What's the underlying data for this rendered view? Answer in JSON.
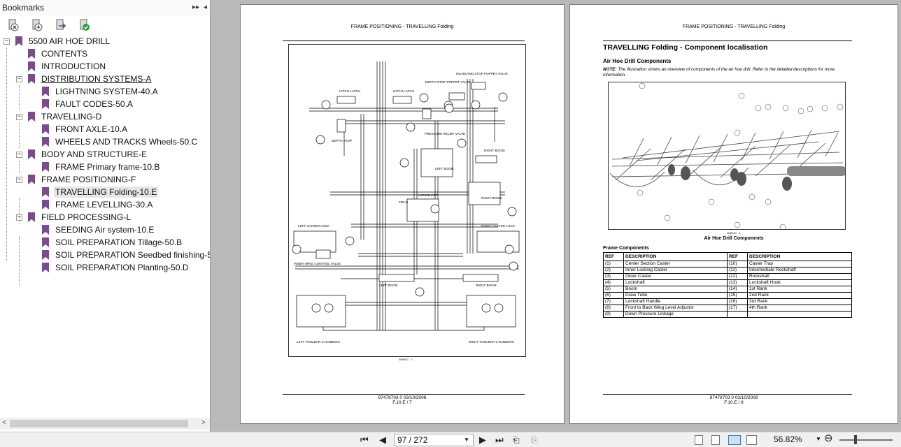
{
  "panel": {
    "title": "Bookmarks",
    "header_buttons": [
      "▸▸",
      "◂"
    ]
  },
  "tree": [
    {
      "label": "5500 AIR HOE DRILL",
      "level": 0,
      "toggle": "−"
    },
    {
      "label": "CONTENTS",
      "level": 1
    },
    {
      "label": "INTRODUCTION",
      "level": 1
    },
    {
      "label": "DISTRIBUTION SYSTEMS-A",
      "level": 1,
      "toggle": "−",
      "underlined": true
    },
    {
      "label": "LIGHTNING SYSTEM-40.A",
      "level": 2
    },
    {
      "label": "FAULT CODES-50.A",
      "level": 2
    },
    {
      "label": "TRAVELLING-D",
      "level": 1,
      "toggle": "−"
    },
    {
      "label": "FRONT AXLE-10.A",
      "level": 2
    },
    {
      "label": "WHEELS AND TRACKS Wheels-50.C",
      "level": 2
    },
    {
      "label": "BODY AND STRUCTURE-E",
      "level": 1,
      "toggle": "−"
    },
    {
      "label": "FRAME Primary frame-10.B",
      "level": 2
    },
    {
      "label": "FRAME POSITIONING-F",
      "level": 1,
      "toggle": "−"
    },
    {
      "label": "TRAVELLING Folding-10.E",
      "level": 2,
      "selected": true
    },
    {
      "label": "FRAME LEVELLING-30.A",
      "level": 2
    },
    {
      "label": "FIELD PROCESSING-L",
      "level": 1,
      "toggle": "−"
    },
    {
      "label": "SEEDING Air system-10.E",
      "level": 2
    },
    {
      "label": "SOIL PREPARATION Tillage-50.B",
      "level": 2
    },
    {
      "label": "SOIL PREPARATION Seedbed finishing-5",
      "level": 2
    },
    {
      "label": "SOIL PREPARATION Planting-50.D",
      "level": 2
    }
  ],
  "left_page": {
    "header": "FRAME POSITIONING - TRAVELLING Folding",
    "labels": {
      "hitch_latch_1": "HITCH LATCH",
      "hitch_latch_2": "HITCH LATCH",
      "depth_stop_valve": "DEPTH STOP POPPET VALVE",
      "headland_valve": "HEADLAND STOP POPPET VALVE",
      "depth_stop": "DEPTH STOP",
      "pressure_relief": "PRESSURE RELIEF VALVE",
      "left_boom_1": "LEFT BOOM",
      "right_boom_1": "RIGHT BOOM",
      "field": "FIELD",
      "lockshaft": "LOCKSHAFT",
      "right_boom_2": "RIGHT BOOM",
      "left_caster_lock": "LEFT CASTER LOCK",
      "right_caster_lock": "RIGHT CASTER LOCK",
      "inner_wing": "INNER WING CONTROL VALVE",
      "left_boom_2": "LEFT BOOM",
      "right_boom_3": "RIGHT BOOM",
      "left_toolbar": "LEFT TOOLBAR CYLINDERS",
      "right_toolbar": "RIGHT TOOLBAR CYLINDERS",
      "fig_no": "20604C",
      "fig_idx": "1"
    },
    "footer_line1": "87478703 0 03/10/2008",
    "footer_line2": "F.10.E / 7"
  },
  "right_page": {
    "header": "FRAME POSITIONING - TRAVELLING Folding",
    "title": "TRAVELLING Folding - Component localisation",
    "subtitle": "Air Hoe Drill Components",
    "note_label": "NOTE:",
    "note_text": "The illustration shows an overview of components of the air hoe drill. Refer to the detailed descriptions for more information.",
    "fig_no": "20604C",
    "fig_idx": "1",
    "fig_caption": "Air Hoe Drill Components",
    "table_title": "Frame Components",
    "table_headers": [
      "REF",
      "DESCRIPTION",
      "REF",
      "DESCRIPTION"
    ],
    "table_rows": [
      [
        "(1)",
        "Center Section Caster",
        "(10)",
        "Caster Trap"
      ],
      [
        "(2)",
        "Inner Locking Caster",
        "(11)",
        "Intermediate Rockshaft"
      ],
      [
        "(3)",
        "Outer Caster",
        "(12)",
        "Rockshaft"
      ],
      [
        "(4)",
        "Lockshaft",
        "(13)",
        "Lockshaft Hook"
      ],
      [
        "(5)",
        "Boom",
        "(14)",
        "1st Rank"
      ],
      [
        "(6)",
        "Draw Tube",
        "(15)",
        "2nd Rank"
      ],
      [
        "(7)",
        "Lockshaft Handle",
        "(16)",
        "3rd Rank"
      ],
      [
        "(8)",
        "Front to Back Wing Level Adjustor",
        "(17)",
        "4th Rank"
      ],
      [
        "(9)",
        "Down Pressure Linkage",
        "",
        ""
      ]
    ],
    "footer_line1": "87478703 0 03/10/2008",
    "footer_line2": "F.10.E / 8"
  },
  "toolbar": {
    "first_page_icon": "first-page-icon",
    "prev_page_icon": "prev-page-icon",
    "page_value": "97 / 272",
    "next_page_icon": "next-page-icon",
    "last_page_icon": "last-page-icon",
    "zoom_value": "56.82%",
    "zoom_out_icon": "zoom-out-icon"
  }
}
